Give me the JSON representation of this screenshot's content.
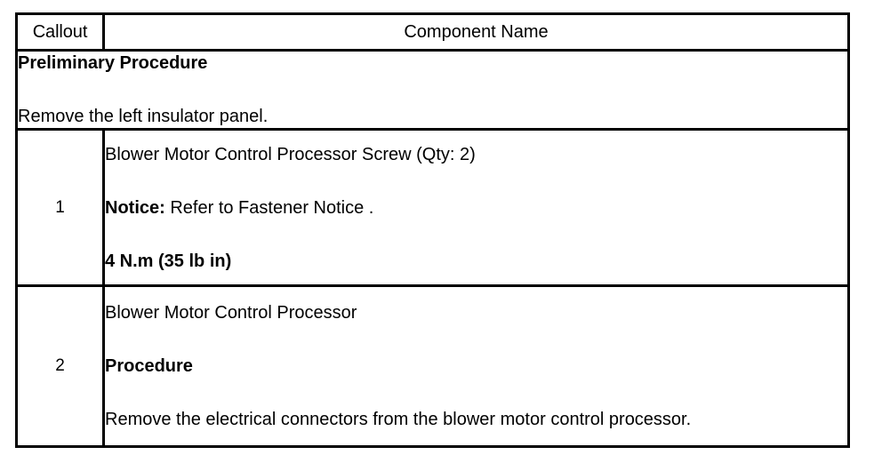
{
  "table": {
    "headers": {
      "callout": "Callout",
      "component_name": "Component Name"
    },
    "preliminary": {
      "heading": "Preliminary Procedure",
      "text": "Remove the left insulator panel."
    },
    "rows": [
      {
        "callout": "1",
        "line1": "Blower Motor Control Processor Screw (Qty: 2)",
        "line2_bold_lead": "Notice:",
        "line2_rest": " Refer to Fastener Notice .",
        "line3": "4 N.m (35 lb in)"
      },
      {
        "callout": "2",
        "line1": "Blower Motor Control Processor",
        "line2": "Procedure",
        "line3": "Remove the electrical connectors from the blower motor control processor."
      }
    ]
  },
  "colors": {
    "border": "#000000",
    "background": "#ffffff",
    "text": "#000000"
  }
}
